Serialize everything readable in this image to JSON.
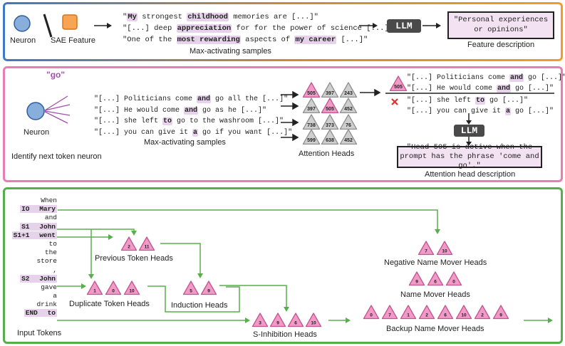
{
  "panel1": {
    "neuron_label": "Neuron",
    "sae_label": "SAE Feature",
    "samples": [
      [
        {
          "t": "\""
        },
        {
          "t": "My",
          "h": true
        },
        {
          "t": " strongest "
        },
        {
          "t": "childhood",
          "h": true
        },
        {
          "t": " memories are [...]\""
        }
      ],
      [
        {
          "t": "\"[...] deep "
        },
        {
          "t": "appreciation",
          "h": true
        },
        {
          "t": " for for the power of science [...]\""
        }
      ],
      [
        {
          "t": "\"One of the "
        },
        {
          "t": "most rewarding",
          "h": true
        },
        {
          "t": " aspects of "
        },
        {
          "t": "my career",
          "h": true
        },
        {
          "t": " [...]\""
        }
      ]
    ],
    "samples_caption": "Max-activating samples",
    "llm_label": "LLM",
    "description_text": "\"Personal experiences or opinions\"",
    "description_caption": "Feature description"
  },
  "panel2": {
    "token_label": "\"go\"",
    "neuron_label": "Neuron",
    "identify_caption": "Identify next token neuron",
    "samples": [
      [
        {
          "t": "\"[...] Politicians come "
        },
        {
          "t": "and",
          "h": true
        },
        {
          "t": " go all the [...]\""
        }
      ],
      [
        {
          "t": "\"[...] He would come "
        },
        {
          "t": "and",
          "h": true
        },
        {
          "t": " go as he [...]\""
        }
      ],
      [
        {
          "t": "\"[...] she left "
        },
        {
          "t": "to",
          "h": true
        },
        {
          "t": " go to the washroom [...]\""
        }
      ],
      [
        {
          "t": "\"[...] you can give it "
        },
        {
          "t": "a",
          "h": true
        },
        {
          "t": " go if you want [...]\""
        }
      ]
    ],
    "samples_caption": "Max-activating samples",
    "heads_grid": [
      [
        "505",
        "397",
        "243"
      ],
      [
        "397",
        "505",
        "452"
      ],
      [
        "738",
        "373",
        "76"
      ],
      [
        "599",
        "638",
        "452"
      ]
    ],
    "heads_caption": "Attention Heads",
    "active_head": "505",
    "matched_samples": [
      [
        {
          "t": "\"[...] Politicians come "
        },
        {
          "t": "and",
          "h": true
        },
        {
          "t": " go [...]\""
        }
      ],
      [
        {
          "t": "\"[...] He would come "
        },
        {
          "t": "and",
          "h": true
        },
        {
          "t": " go [...]\""
        }
      ]
    ],
    "unmatched_samples": [
      [
        {
          "t": "\"[...] she left "
        },
        {
          "t": "to",
          "h": true
        },
        {
          "t": " go [...]\""
        }
      ],
      [
        {
          "t": "\"[...] you can give it "
        },
        {
          "t": "a",
          "h": true
        },
        {
          "t": " go [...]\""
        }
      ]
    ],
    "llm_label": "LLM",
    "description_text": "\"Head 505 is active when the prompt has the phrase 'come and go'.\"",
    "description_caption": "Attention head description",
    "colors": {
      "pink_head": "#f19ac8",
      "gray_head": "#cfcfcf",
      "cross": "#d9312b"
    }
  },
  "panel3": {
    "tokens": [
      {
        "role": "",
        "word": "When"
      },
      {
        "role": "IO",
        "word": "Mary",
        "h": true
      },
      {
        "role": "",
        "word": "and"
      },
      {
        "role": "S1",
        "word": "John",
        "h": true
      },
      {
        "role": "S1+1",
        "word": "went",
        "h": true
      },
      {
        "role": "",
        "word": "to"
      },
      {
        "role": "",
        "word": "the"
      },
      {
        "role": "",
        "word": "store"
      },
      {
        "role": "",
        "word": ","
      },
      {
        "role": "S2",
        "word": "John",
        "h": true
      },
      {
        "role": "",
        "word": "gave"
      },
      {
        "role": "",
        "word": "a"
      },
      {
        "role": "",
        "word": "drink"
      },
      {
        "role": "END",
        "word": "to",
        "h": true
      }
    ],
    "input_tokens_caption": "Input Tokens",
    "groups": {
      "previous_token": {
        "label": "Previous Token Heads",
        "heads": [
          "2",
          "11"
        ]
      },
      "duplicate_token": {
        "label": "Duplicate Token Heads",
        "heads": [
          "1",
          "0",
          "10"
        ]
      },
      "induction": {
        "label": "Induction Heads",
        "heads": [
          "5",
          "9"
        ]
      },
      "s_inhibition": {
        "label": "S-Inhibition Heads",
        "heads": [
          "3",
          "9",
          "6",
          "10"
        ]
      },
      "negative_name_mover": {
        "label": "Negative Name Mover Heads",
        "heads": [
          "7",
          "10"
        ]
      },
      "name_mover": {
        "label": "Name Mover Heads",
        "heads": [
          "9",
          "6",
          "0"
        ]
      },
      "backup_name_mover": {
        "label": "Backup Name Mover Heads",
        "heads": [
          "0",
          "7",
          "1",
          "2",
          "6",
          "10",
          "2",
          "9"
        ]
      }
    },
    "colors": {
      "arrow": "#58ad4d",
      "head": "#f19ac8"
    }
  }
}
